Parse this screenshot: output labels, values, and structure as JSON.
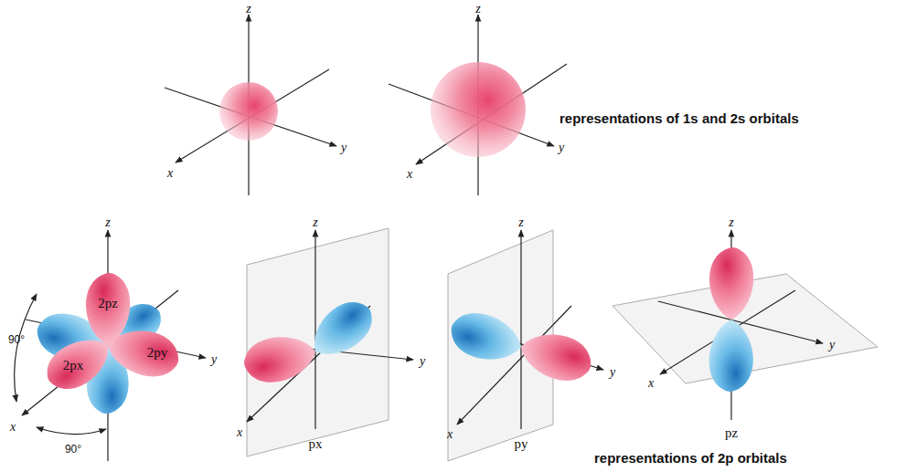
{
  "diagram": {
    "labels": [
      "z",
      "y",
      "x",
      "z",
      "y",
      "x",
      "representations of 1s and 2s orbitals",
      "z",
      "90°",
      "2pz",
      "2px",
      "2py",
      "y",
      "x",
      "90°",
      "z",
      "y",
      "x",
      "px",
      "z",
      "y",
      "x",
      "py",
      "z",
      "y",
      "x",
      "pz",
      "representations of 2p orbitals"
    ]
  }
}
